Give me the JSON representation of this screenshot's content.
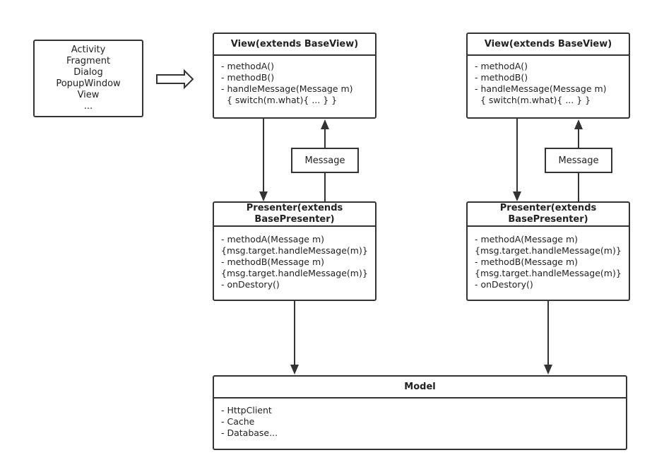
{
  "components": [
    "Activity",
    "Fragment",
    "Dialog",
    "PopupWindow",
    "View",
    "..."
  ],
  "view_left": {
    "title": "View(extends BaseView)",
    "methods": [
      "- methodA()",
      "- methodB()",
      "- handleMessage(Message m)",
      "  { switch(m.what){ ... } }"
    ]
  },
  "view_right": {
    "title": "View(extends BaseView)",
    "methods": [
      "- methodA()",
      "- methodB()",
      "- handleMessage(Message m)",
      "  { switch(m.what){ ... } }"
    ]
  },
  "message_left": {
    "label": "Message"
  },
  "message_right": {
    "label": "Message"
  },
  "presenter_left": {
    "title_line1": "Presenter(extends",
    "title_line2": "BasePresenter)",
    "methods": [
      "- methodA(Message m)",
      "{msg.target.handleMessage(m)}",
      "- methodB(Message m)",
      "{msg.target.handleMessage(m)}",
      "- onDestory()"
    ]
  },
  "presenter_right": {
    "title_line1": "Presenter(extends",
    "title_line2": "BasePresenter)",
    "methods": [
      "- methodA(Message m)",
      "{msg.target.handleMessage(m)}",
      "- methodB(Message m)",
      "{msg.target.handleMessage(m)}",
      "- onDestory()"
    ]
  },
  "model": {
    "title": "Model",
    "items": [
      "- HttpClient",
      "- Cache",
      "- Database..."
    ]
  }
}
